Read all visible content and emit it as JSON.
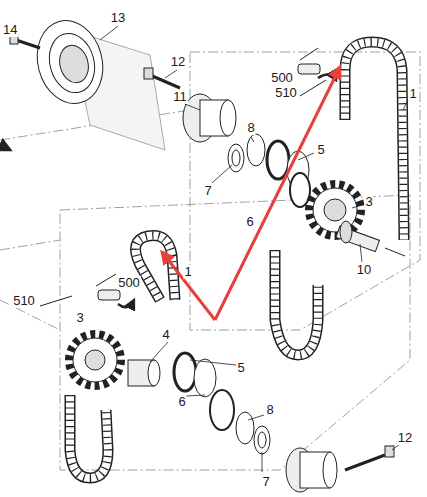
{
  "diagram": {
    "labels": [
      "13",
      "14",
      "12",
      "11",
      "500",
      "510",
      "1",
      "8",
      "5",
      "7",
      "6",
      "3",
      "10",
      "500",
      "510",
      "1",
      "3",
      "4",
      "5",
      "6",
      "8",
      "7",
      "12"
    ]
  }
}
